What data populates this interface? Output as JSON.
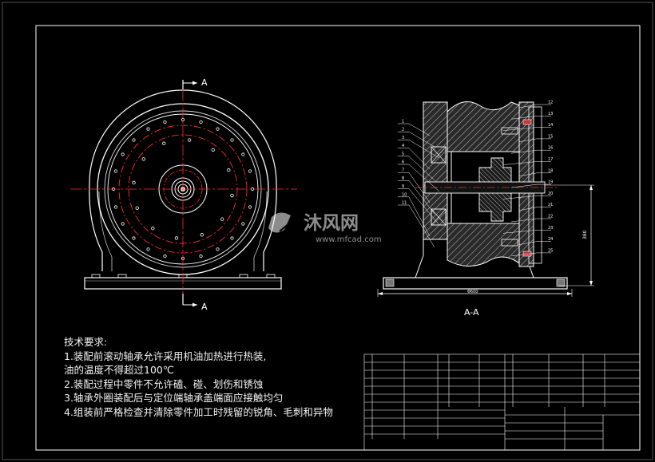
{
  "section_labels": {
    "top_a": "A",
    "bottom_a": "A",
    "section_title": "A-A"
  },
  "dimensions": {
    "base_width": "Φ600",
    "height": "380"
  },
  "watermark": {
    "brand_cn": "沐风网",
    "brand_url": "www.mfcad.com"
  },
  "technical_requirements": {
    "title": "技术要求:",
    "items": [
      "1.装配前滚动轴承允许采用机油加热进行热装,",
      "   油的温度不得超过100℃",
      "2.装配过程中零件不允许磕、碰、划伤和锈蚀",
      "3.轴承外圈装配后与定位端轴承盖端面应接触均匀",
      "4.组装前严格检查并清除零件加工时残留的锐角、毛刺和异物"
    ]
  },
  "part_bubbles_left": [
    "1",
    "2",
    "3",
    "4",
    "5",
    "6",
    "7",
    "8",
    "9",
    "10",
    "11"
  ],
  "part_bubbles_right": [
    "12",
    "13",
    "14",
    "15",
    "16",
    "17",
    "18",
    "19",
    "20",
    "21",
    "22",
    "23",
    "24",
    "25"
  ],
  "colors": {
    "background": "#000000",
    "line": "#ffffff",
    "center": "#ff2a2a",
    "hatch": "#d9d9d9",
    "part": "#e8e8e8"
  }
}
